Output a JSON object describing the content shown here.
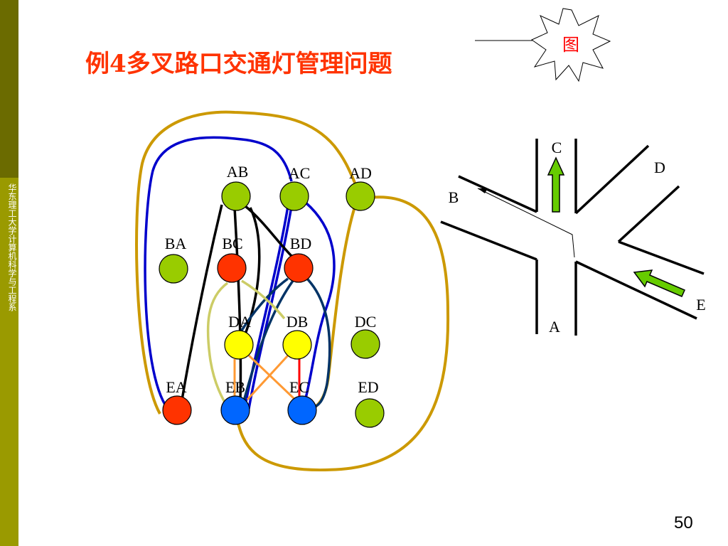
{
  "sidebar": {
    "text": "华东理工大学计算机科学与工程系"
  },
  "title": "例4多叉路口交通灯管理问题",
  "figure_button": {
    "label": "图"
  },
  "page_number": "50",
  "graph": {
    "nodes": [
      {
        "id": "AB",
        "label": "AB",
        "color": "#99cc00"
      },
      {
        "id": "AC",
        "label": "AC",
        "color": "#99cc00"
      },
      {
        "id": "AD",
        "label": "AD",
        "color": "#99cc00"
      },
      {
        "id": "BA",
        "label": "BA",
        "color": "#99cc00"
      },
      {
        "id": "BC",
        "label": "BC",
        "color": "#ff3300"
      },
      {
        "id": "BD",
        "label": "BD",
        "color": "#ff3300"
      },
      {
        "id": "DA",
        "label": "DA",
        "color": "#ffff00"
      },
      {
        "id": "DB",
        "label": "DB",
        "color": "#ffff00"
      },
      {
        "id": "DC",
        "label": "DC",
        "color": "#99cc00"
      },
      {
        "id": "EA",
        "label": "EA",
        "color": "#ff3300"
      },
      {
        "id": "EB",
        "label": "EB",
        "color": "#0066ff"
      },
      {
        "id": "EC",
        "label": "EC",
        "color": "#0066ff"
      },
      {
        "id": "ED",
        "label": "ED",
        "color": "#99cc00"
      }
    ]
  },
  "intersection": {
    "road_labels": {
      "A": "A",
      "B": "B",
      "C": "C",
      "D": "D",
      "E": "E"
    }
  },
  "colors": {
    "title_red": "#ff3300",
    "green_node": "#99cc00",
    "red_node": "#ff3300",
    "yellow_node": "#ffff00",
    "blue_node": "#0066ff",
    "gold_edge": "#cc9900",
    "blue_edge": "#0000cc",
    "navy_edge": "#003366",
    "orange_edge": "#ff9933",
    "pale_edge": "#cccc66",
    "red_edge": "#ff0000",
    "arrow_green": "#66cc00"
  }
}
